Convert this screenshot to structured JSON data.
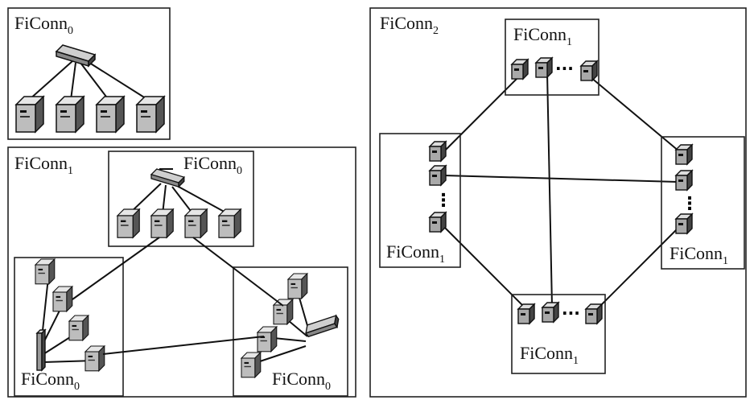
{
  "left_top": {
    "label_main": "FiConn",
    "label_sub": "0"
  },
  "left_bottom": {
    "outer": {
      "label_main": "FiConn",
      "label_sub": "1"
    },
    "inner_top": {
      "label_main": "FiConn",
      "label_sub": "0"
    },
    "inner_left": {
      "label_main": "FiConn",
      "label_sub": "0"
    },
    "inner_right": {
      "label_main": "FiConn",
      "label_sub": "0"
    }
  },
  "right": {
    "outer": {
      "label_main": "FiConn",
      "label_sub": "2"
    },
    "top": {
      "label_main": "FiConn",
      "label_sub": "1",
      "ellipsis": "···"
    },
    "left": {
      "label_main": "FiConn",
      "label_sub": "1",
      "ellipsis": "⋮"
    },
    "right": {
      "label_main": "FiConn",
      "label_sub": "1",
      "ellipsis": "⋮"
    },
    "bottom": {
      "label_main": "FiConn",
      "label_sub": "1",
      "ellipsis": "···"
    }
  }
}
